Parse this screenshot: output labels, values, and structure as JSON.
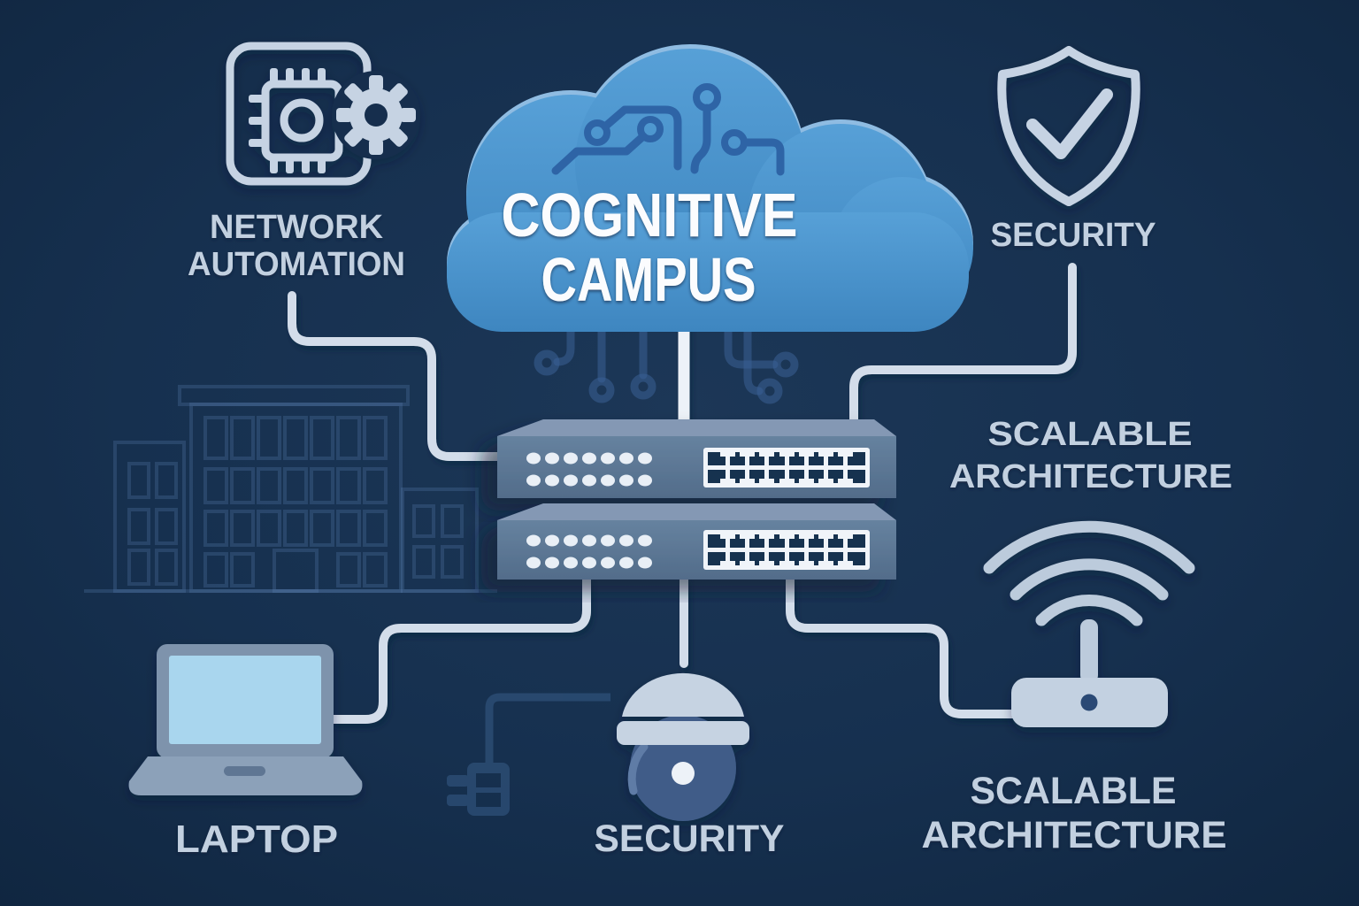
{
  "title": {
    "line1": "COGNITIVE",
    "line2": "CAMPUS"
  },
  "labels": {
    "network_automation_line1": "NETWORK",
    "network_automation_line2": "AUTOMATION",
    "security_top": "SECURITY",
    "scalable_right_line1": "SCALABLE",
    "scalable_right_line2": "ARCHITECTURE",
    "laptop": "LAPTOP",
    "security_bottom": "SECURITY",
    "scalable_bottom_line1": "SCALABLE",
    "scalable_bottom_line2": "ARCHITECTURE"
  },
  "icons": {
    "network_automation": "chip-gear-icon",
    "security_top": "shield-check-icon",
    "cloud": "cloud-circuit-icon",
    "switches": "network-switch-icon",
    "laptop": "laptop-icon",
    "security_bottom": "dome-camera-icon",
    "scalable_bottom": "wifi-router-icon",
    "background_left": "campus-building-outline",
    "background_center": "power-plug-outline"
  },
  "colors": {
    "background": "#16304E",
    "cloud_blue": "#4A93CC",
    "cloud_trace": "#2E64A6",
    "light_accent": "#C6D3E3",
    "connector": "#D3DDEA",
    "connector_bright": "#EDF2F8",
    "switch_front": "#5A7492",
    "switch_top": "#8498B4",
    "port_dark": "#1A3150",
    "camera_sphere": "#3F5C88",
    "laptop_screen": "#A9D6EE",
    "label_text": "#C2D0E0",
    "title_text": "#FBFCFE"
  }
}
